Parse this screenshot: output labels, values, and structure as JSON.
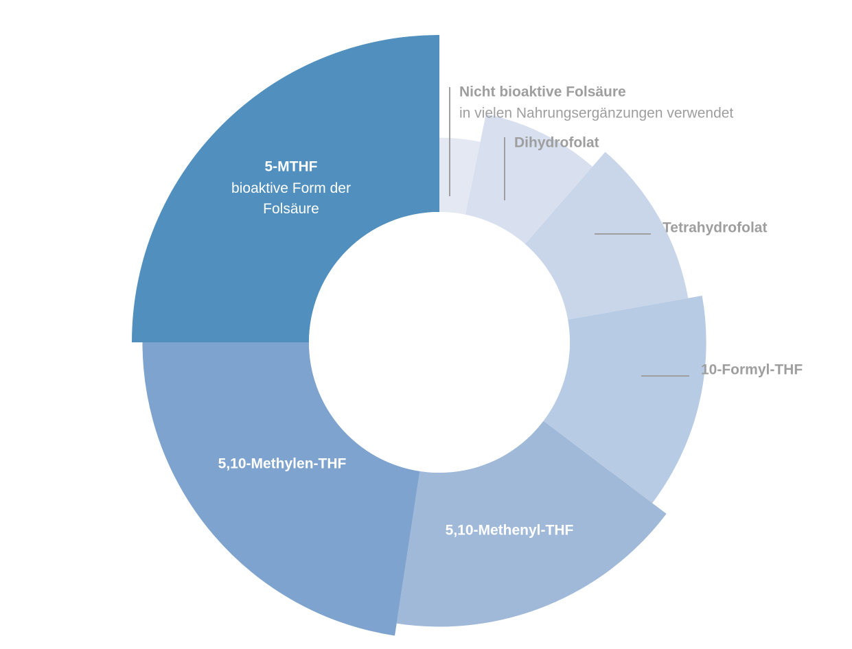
{
  "chart_data": {
    "type": "radial-bar",
    "title": "",
    "segments": [
      {
        "name": "Nicht bioaktive Folsäure",
        "label": "Nicht bioaktive Folsäure",
        "sublabel": "in vielen Nahrungsergänzungen verwendet",
        "share": 0.032,
        "relative_radius": 0.42,
        "color": "#e3e8f3",
        "label_style": "outside"
      },
      {
        "name": "Dihydrofolat",
        "label": "Dihydrofolat",
        "sublabel": "",
        "share": 0.082,
        "relative_radius": 0.58,
        "color": "#d8e0ef",
        "label_style": "outside"
      },
      {
        "name": "Tetrahydrofolat",
        "label": "Tetrahydrofolat",
        "sublabel": "",
        "share": 0.108,
        "relative_radius": 0.69,
        "color": "#c9d6ea",
        "label_style": "outside"
      },
      {
        "name": "10-Formyl-THF",
        "label": "10-Formyl-THF",
        "sublabel": "",
        "share": 0.131,
        "relative_radius": 0.77,
        "color": "#b8cbe4",
        "label_style": "outside"
      },
      {
        "name": "5,10-Methenyl-THF",
        "label": "5,10-Methenyl-THF",
        "sublabel": "",
        "share": 0.171,
        "relative_radius": 0.87,
        "color": "#a0b9d9",
        "label_style": "inside"
      },
      {
        "name": "5,10-Methylen-THF",
        "label": "5,10-Methylen-THF",
        "sublabel": "",
        "share": 0.226,
        "relative_radius": 0.94,
        "color": "#7ea3ce",
        "label_style": "inside"
      },
      {
        "name": "5-MTHF",
        "label": "5-MTHF",
        "sublabel": "bioaktive Form der Folsäure",
        "share": 0.25,
        "relative_radius": 1.0,
        "color": "#5190be",
        "label_style": "inside"
      }
    ]
  },
  "colors": {
    "leader_line": "#9e9e9e",
    "outside_text": "#9e9e9e",
    "inside_text": "#ffffff"
  }
}
